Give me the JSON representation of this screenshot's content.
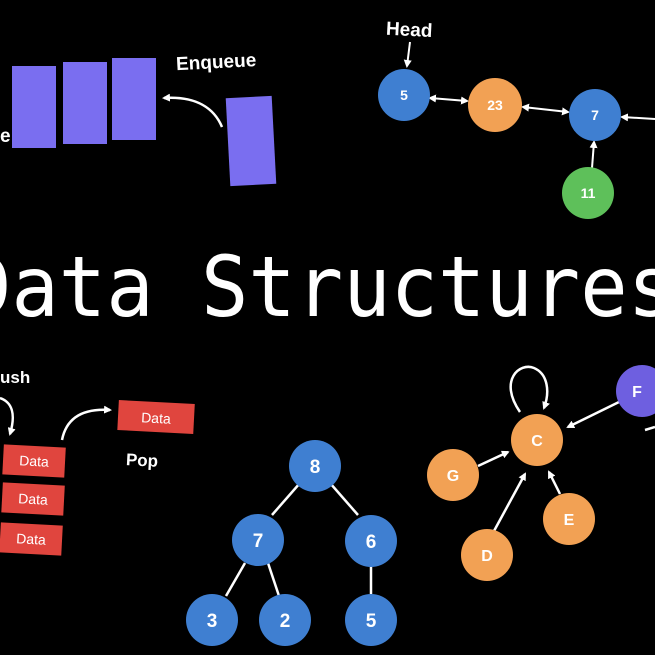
{
  "title": "Data Structures",
  "colors": {
    "background": "#000000",
    "queue": "#7a6ef0",
    "node_blue": "#3f7fd1",
    "node_orange": "#f2a154",
    "node_green": "#5ec05a",
    "node_purple": "#6e5fe0",
    "stack": "#e0453e",
    "text": "#ffffff",
    "arrow": "#ffffff"
  },
  "queue": {
    "enqueue_label": "Enqueue",
    "dequeue_label_fragment": "e"
  },
  "linked_list": {
    "head_label": "Head",
    "nodes": [
      "5",
      "23",
      "7"
    ],
    "branch_node": "11"
  },
  "stack": {
    "push_label_fragment": "ush",
    "pop_label": "Pop",
    "items": [
      "Data",
      "Data",
      "Data"
    ],
    "popped_item": "Data"
  },
  "tree": {
    "root": "8",
    "left": "7",
    "right": "6",
    "left_left": "3",
    "left_right": "2",
    "right_right": "5"
  },
  "graph": {
    "center": "C",
    "nodes": [
      "G",
      "D",
      "E",
      "F"
    ]
  }
}
